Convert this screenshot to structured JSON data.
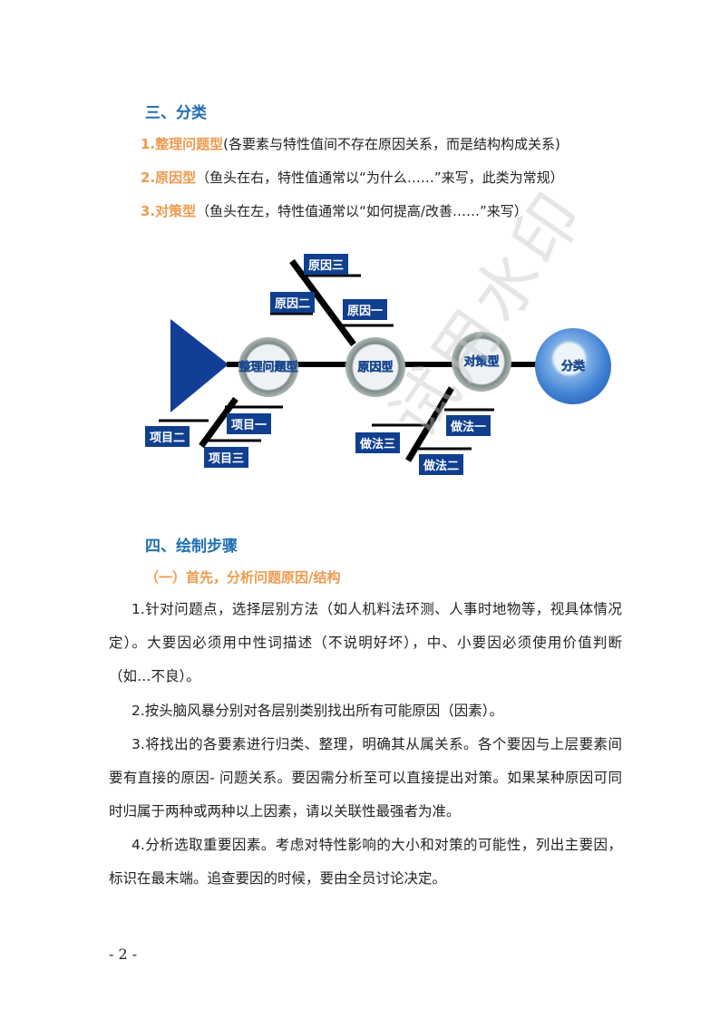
{
  "section3": {
    "title": "三、分类",
    "items": [
      {
        "label": "1.整理问题型",
        "desc": "(各要素与特性值间不存在原因关系，而是结构构成关系)"
      },
      {
        "label": "2.原因型",
        "desc": "（鱼头在右，特性值通常以“为什么……”来写，此类为常规）"
      },
      {
        "label": "3.对策型",
        "desc": "（鱼头在左，特性值通常以“如何提高/改善……”来写）"
      }
    ]
  },
  "diagram": {
    "nodes": [
      "整理问题型",
      "原因型",
      "对策型",
      "分类"
    ],
    "causes": [
      "原因三",
      "原因二",
      "原因一"
    ],
    "items": [
      "项目一",
      "项目二",
      "项目三"
    ],
    "methods": [
      "做法一",
      "做法二",
      "做法三"
    ]
  },
  "section4": {
    "title": "四、绘制步骤",
    "subtitle": "（一）首先，分析问题原因/结构",
    "paragraphs": [
      "1.针对问题点，选择层别方法（如人机料法环测、人事时地物等，视具体情况定）。大要因必须用中性词描述（不说明好坏），中、小要因必须使用价值判断（如…不良）。",
      "2.按头脑风暴分别对各层别类别找出所有可能原因（因素）。",
      "3.将找出的各要素进行归类、整理，明确其从属关系。各个要因与上层要素间要有直接的原因- 问题关系。要因需分析至可以直接提出对策。如果某种原因可同时归属于两种或两种以上因素，请以关联性最强者为准。",
      "4.分析选取重要因素。考虑对特性影响的大小和对策的可能性，列出主要因，标识在最末端。追查要因的时候，要由全员讨论决定。"
    ]
  },
  "page_number": "- 2 -",
  "watermark": "试用水印"
}
